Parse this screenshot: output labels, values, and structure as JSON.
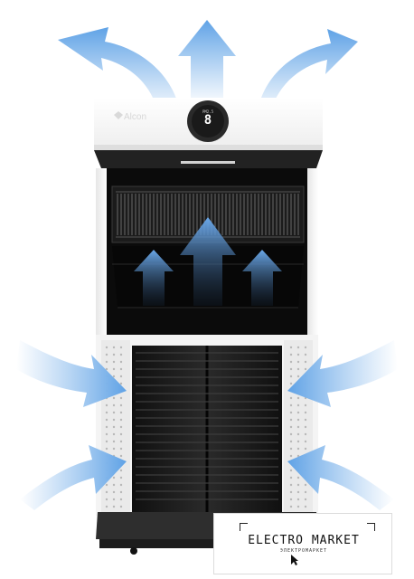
{
  "product": {
    "brand_text": "Alcon",
    "display_digit": "8",
    "display_small": "PM2.5"
  },
  "watermark": {
    "title": "ELECTRO MARKET",
    "subtitle": "ЭЛЕКТРОМАРКЕТ"
  },
  "colors": {
    "arrow_light": "#e9f3fd",
    "arrow_blue": "#5fa2e6",
    "body_white": "#f7f7f7",
    "interior_dark": "#0b0b0b"
  }
}
